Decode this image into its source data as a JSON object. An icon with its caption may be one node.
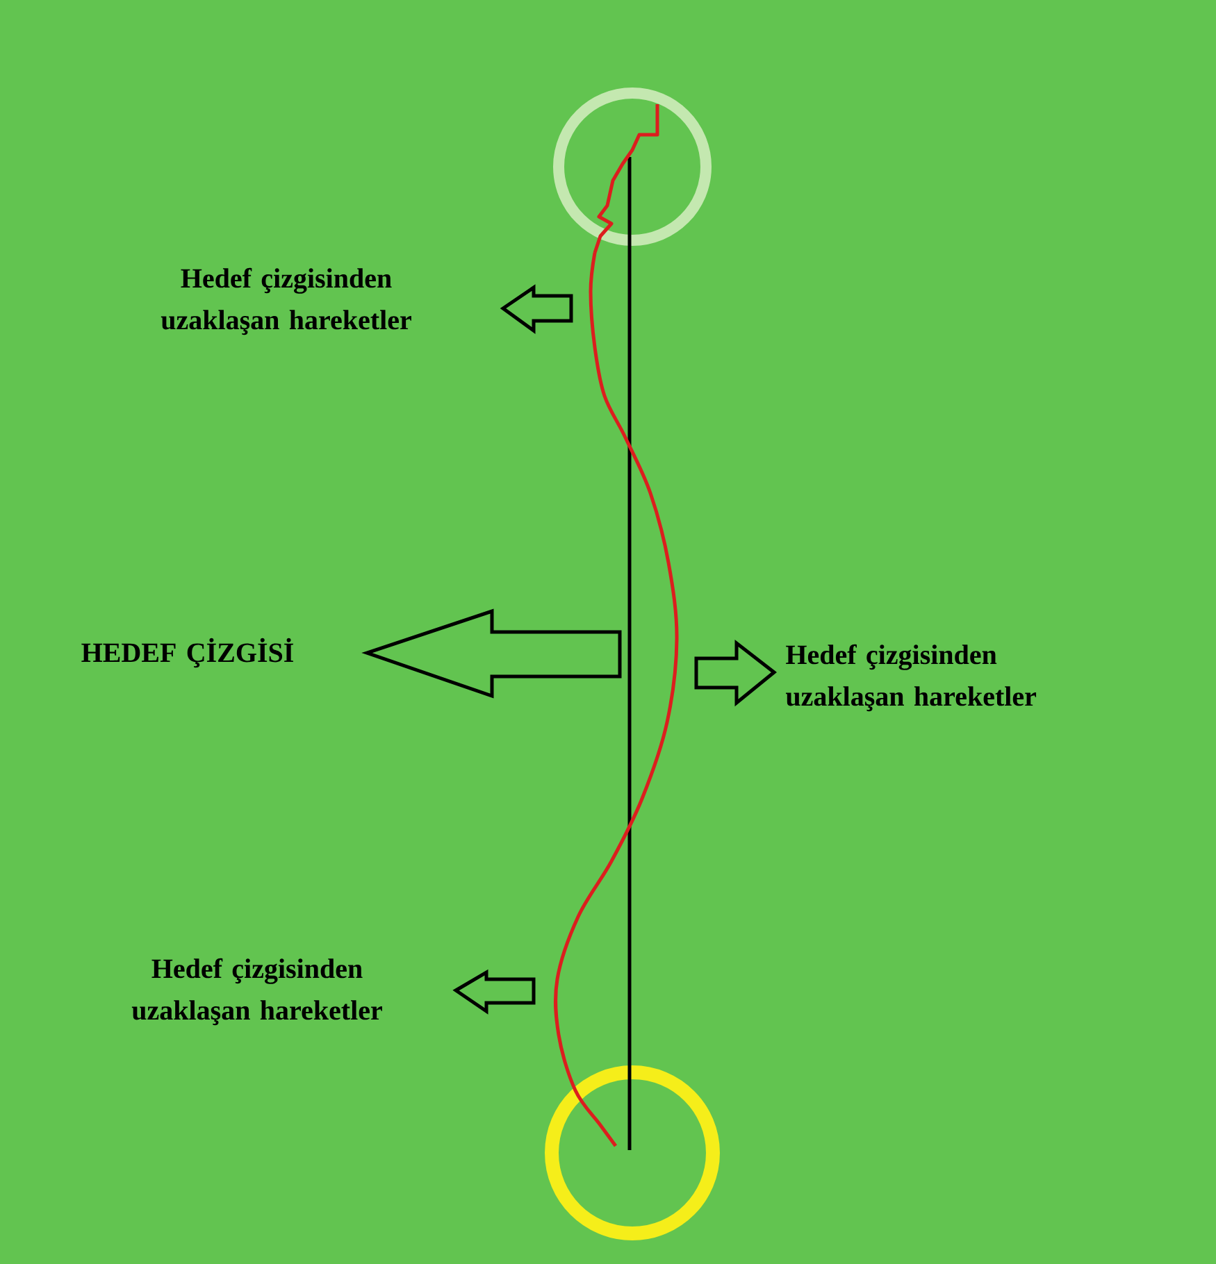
{
  "diagram": {
    "nodes": [
      {
        "text": [],
        "shape": "circle"
      },
      {
        "text": [],
        "shape": "circle"
      }
    ],
    "edges": [
      {
        "from": 0,
        "to": 1,
        "arrow": "none"
      },
      {
        "from": 0,
        "to": 1,
        "arrow": "none",
        "color": "#dc1e1e"
      }
    ],
    "labels": [
      "Hedef çizgisinden uzaklaşan hareketler",
      "HEDEF ÇİZGİSİ",
      "Hedef çizgisinden uzaklaşan hareketler",
      "Hedef çizgisinden uzaklaşan hareketler"
    ]
  }
}
